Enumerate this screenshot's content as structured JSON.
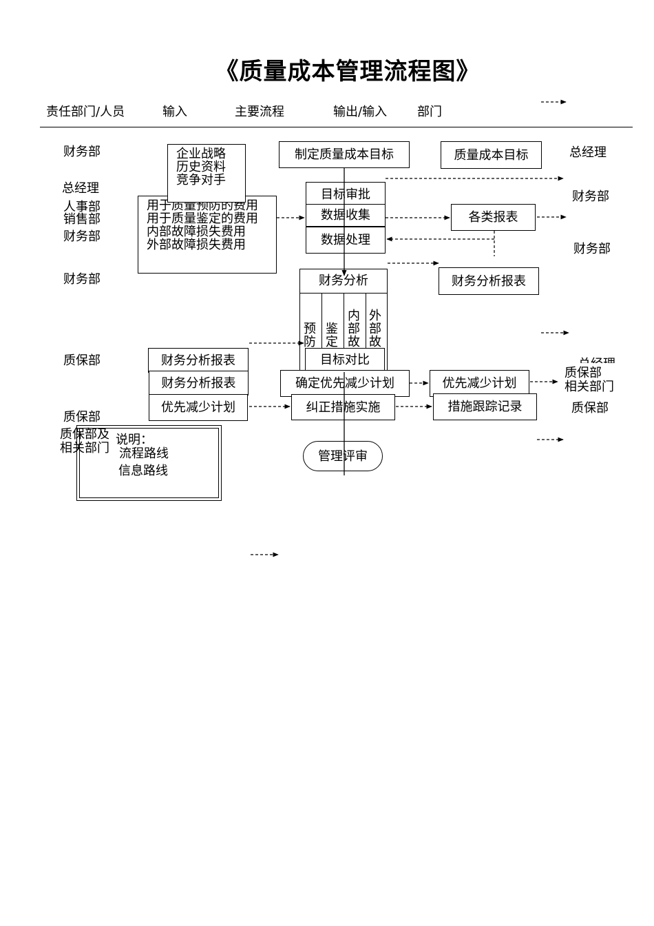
{
  "title": "《质量成本管理流程图》",
  "header": {
    "dept": "责任部门/人员",
    "input": "输入",
    "flow": "主要流程",
    "output": "输出/输入",
    "right_dept": "部门"
  },
  "left_depts": {
    "d1": "财务部",
    "d2": "总经理",
    "d3": "人事部",
    "d4": "销售部",
    "d5": "财务部",
    "d6": "财务部",
    "d7": "质保部",
    "d8": "质保部",
    "d9": "质保部及\n相关部门"
  },
  "inputs": {
    "strategy": "企业战略\n历史资料\n竞争对手",
    "costs": "用于质量预防的费用\n用于质量鉴定的费用\n内部故障损失费用\n外部故障损失费用",
    "report1": "财务分析报表",
    "report2": "财务分析报表",
    "plan": "优先减少计划"
  },
  "flow": {
    "set_target": "制定质量成本目标",
    "approve": "目标审批",
    "collect": "数据收集",
    "process": "数据处理",
    "analysis": "财务分析",
    "col1": "预\n防",
    "col2": "鉴\n定",
    "col3": "内\n部\n故",
    "col4": "外\n部\n故",
    "compare": "目标对比",
    "priority": "确定优先减少计划",
    "correct": "纠正措施实施",
    "review": "管理评审"
  },
  "outputs": {
    "target": "质量成本目标",
    "reports": "各类报表",
    "fin_report": "财务分析报表",
    "plan": "优先减少计划",
    "track": "措施跟踪记录"
  },
  "right_depts": {
    "r1": "总经理",
    "r2": "财务部",
    "r3": "财务部",
    "r4": "总经理",
    "r5": "质保部\n相关部门",
    "r6": "质保部"
  },
  "legend": {
    "title": "说明：",
    "flow_route": "流程路线",
    "info_route": "信息路线"
  }
}
